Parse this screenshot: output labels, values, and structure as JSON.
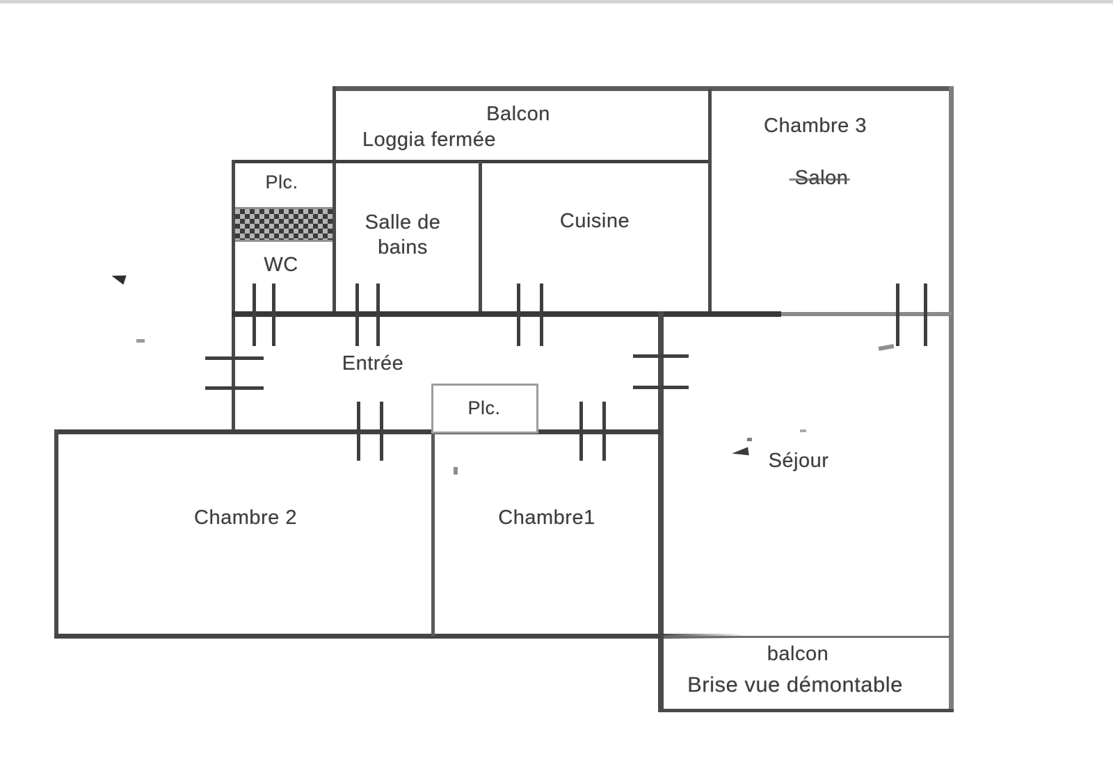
{
  "document": {
    "type": "scanned-floor-plan",
    "language": "fr"
  },
  "labels": {
    "balcon_haut": "Balcon",
    "loggia": "Loggia fermée",
    "chambre3": "Chambre 3",
    "salon": "Salon",
    "plc_haut": "Plc.",
    "wc": "WC",
    "salle_de_bains_l1": "Salle de",
    "salle_de_bains_l2": "bains",
    "cuisine": "Cuisine",
    "entree": "Entrée",
    "plc_entree": "Plc.",
    "sejour": "Séjour",
    "chambre2": "Chambre 2",
    "chambre1": "Chambre1",
    "balcon_bas": "balcon",
    "brise_vue": "Brise vue démontable"
  },
  "colors": {
    "background": "#ffffff",
    "scan_strip": "#d4d4d4",
    "wall_dark": "#383838",
    "wall_medium": "#4a4a4a",
    "wall_light": "#8a8a8a",
    "hatch_dark": "#3a3a3a",
    "hatch_light": "#b5b5b5",
    "ink": "#3d3d3d"
  }
}
